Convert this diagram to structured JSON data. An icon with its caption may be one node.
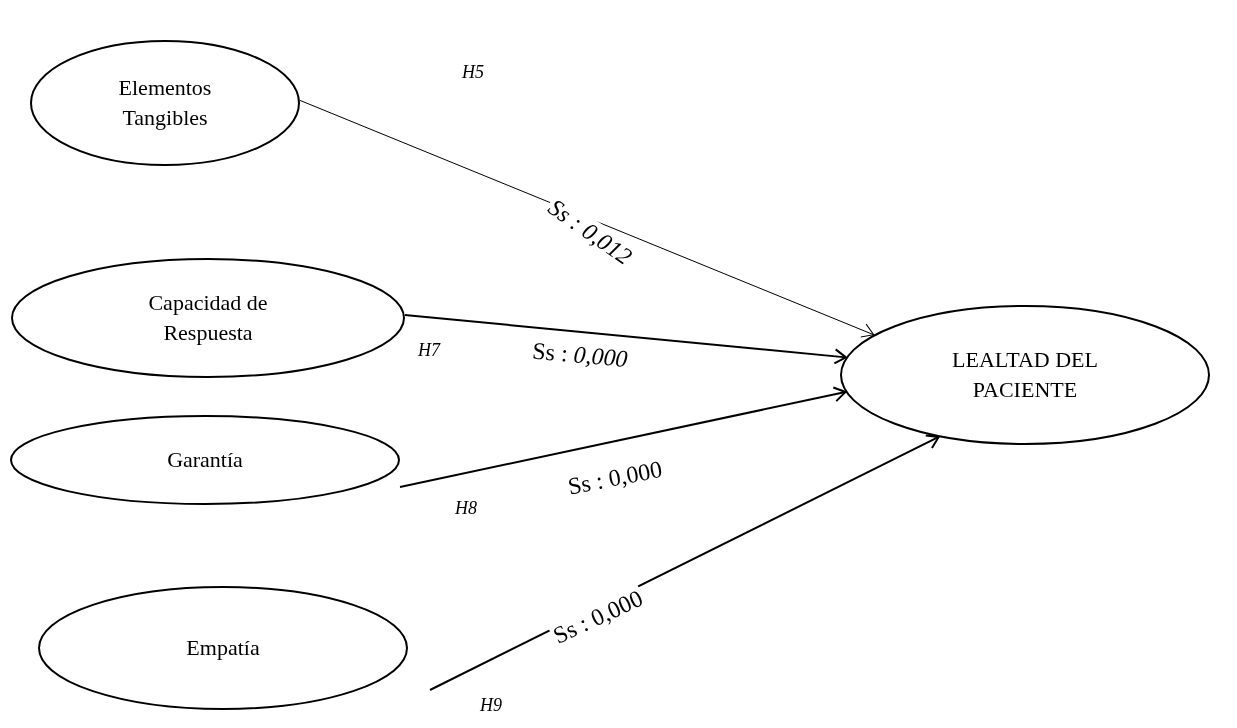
{
  "diagram": {
    "nodes": [
      {
        "text": [
          "Elementos Tangibles"
        ]
      },
      {
        "text": [
          "Capacidad de Respuesta"
        ]
      },
      {
        "text": [
          "Garantía"
        ]
      },
      {
        "text": [
          "Empatía"
        ]
      },
      {
        "text": [
          "LEALTAD DEL PACIENTE"
        ]
      }
    ],
    "edges": [
      {
        "from": 0,
        "to": 4,
        "arrow": "to",
        "label": "*Ss : 0,012*"
      },
      {
        "from": 1,
        "to": 4,
        "arrow": "to",
        "label": "Ss : *0,000*"
      },
      {
        "from": 2,
        "to": 4,
        "arrow": "to",
        "label": "Ss : 0,000"
      },
      {
        "from": 3,
        "to": 4,
        "arrow": "to",
        "label": "Ss : 0,000"
      }
    ],
    "labels": [
      "H5",
      "H7",
      "H8",
      "H9"
    ]
  }
}
